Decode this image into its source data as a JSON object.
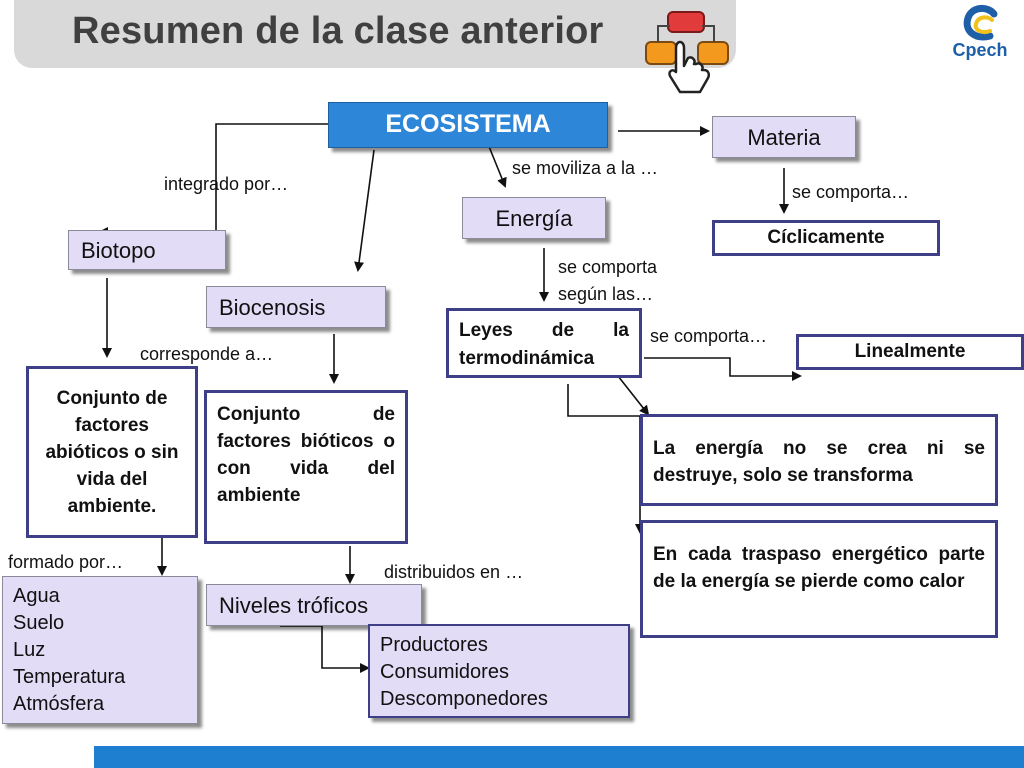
{
  "header": {
    "title": "Resumen de la clase anterior",
    "logo_text": "Cpech"
  },
  "nodes": {
    "ecosistema": "ECOSISTEMA",
    "materia": "Materia",
    "energia": "Energía",
    "ciclicamente": "Cíclicamente",
    "biotopo": "Biotopo",
    "biocenosis": "Biocenosis",
    "leyes": "Leyes de la termodinámica",
    "linealmente": "Linealmente",
    "abioticos": "Conjunto de factores abióticos o sin vida del ambiente.",
    "bioticos": "Conjunto de factores bióticos o con vida del ambiente",
    "ley1": "La energía no se crea ni se destruye, solo se transforma",
    "ley2": "En cada traspaso energético parte de la energía se pierde como calor",
    "niveles": "Niveles tróficos",
    "abio_list": [
      "Agua",
      "Suelo",
      "Luz",
      "Temperatura",
      "Atmósfera"
    ],
    "troficos_list": [
      "Productores",
      "Consumidores",
      "Descomponedores"
    ]
  },
  "connectors": {
    "integrado": "integrado por…",
    "moviliza": "se moviliza a la …",
    "comporta1": "se comporta…",
    "comporta_segun": "se comporta según las…",
    "corresponde": "corresponde a…",
    "comporta2": "se comporta…",
    "formado": "formado por…",
    "distribuidos": "distribuidos en …"
  },
  "colors": {
    "header_bg": "#d9d9d9",
    "accent_blue": "#2e86d8",
    "lavender": "#e2dcf7",
    "outline": "#3f3f87",
    "bottom_bar": "#1e7fd1"
  }
}
